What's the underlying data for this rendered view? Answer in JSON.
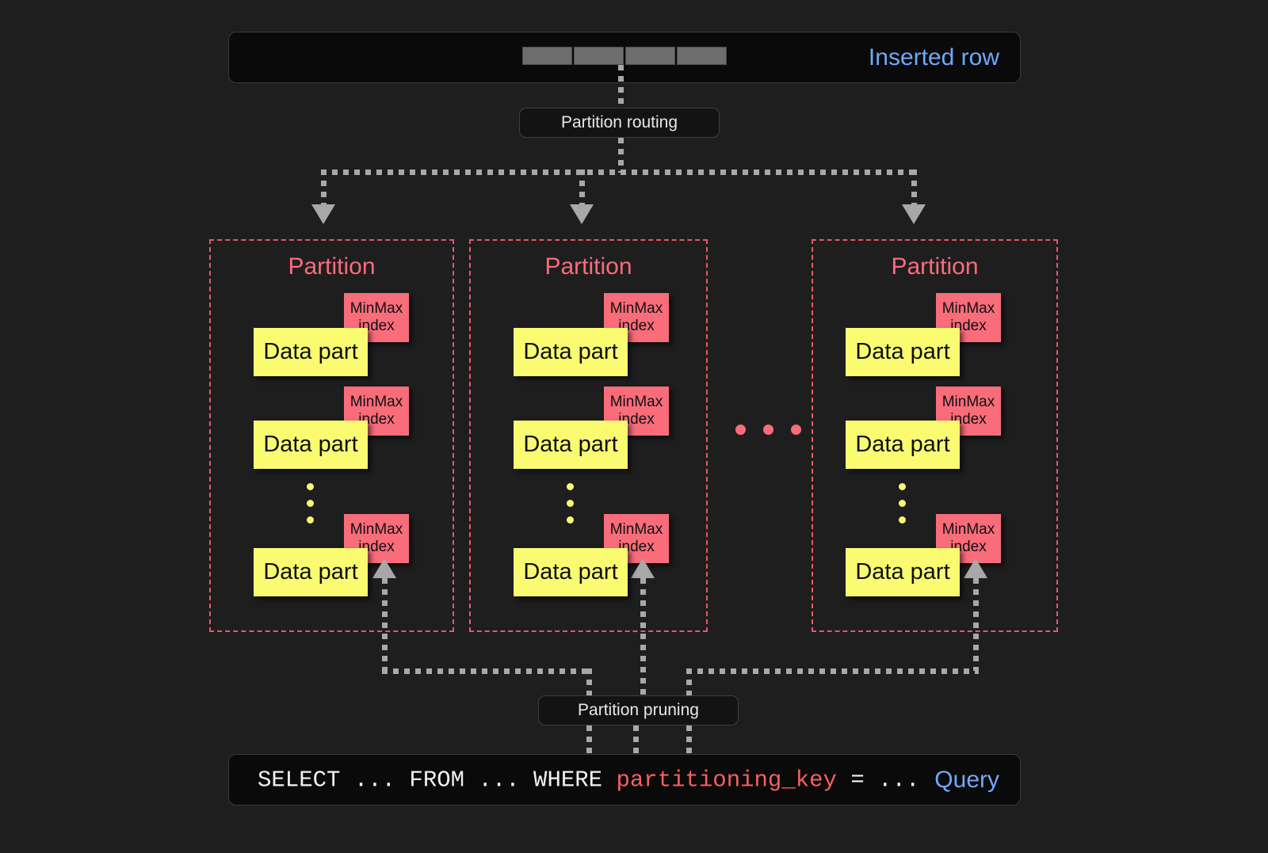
{
  "diagram": {
    "title": "Partition routing and pruning",
    "background_color": "#1e1e1e",
    "accent_red": "#f96c7a",
    "accent_yellow": "#fbfb72",
    "accent_blue": "#6fa8ff",
    "connector_color": "#a8a8a8"
  },
  "inserted_row": {
    "label": "Inserted row",
    "cell_count": 4,
    "cells": [
      "",
      "",
      "",
      ""
    ]
  },
  "routing": {
    "label": "Partition routing"
  },
  "pruning": {
    "label": "Partition pruning"
  },
  "partitions": [
    {
      "title": "Partition",
      "parts": [
        {
          "label": "Data part",
          "index_label_line1": "MinMax",
          "index_label_line2": "index"
        },
        {
          "label": "Data part",
          "index_label_line1": "MinMax",
          "index_label_line2": "index"
        },
        {
          "label": "Data part",
          "index_label_line1": "MinMax",
          "index_label_line2": "index"
        }
      ],
      "vertical_ellipsis": "⋮"
    },
    {
      "title": "Partition",
      "parts": [
        {
          "label": "Data part",
          "index_label_line1": "MinMax",
          "index_label_line2": "index"
        },
        {
          "label": "Data part",
          "index_label_line1": "MinMax",
          "index_label_line2": "index"
        },
        {
          "label": "Data part",
          "index_label_line1": "MinMax",
          "index_label_line2": "index"
        }
      ],
      "vertical_ellipsis": "⋮"
    },
    {
      "title": "Partition",
      "parts": [
        {
          "label": "Data part",
          "index_label_line1": "MinMax",
          "index_label_line2": "index"
        },
        {
          "label": "Data part",
          "index_label_line1": "MinMax",
          "index_label_line2": "index"
        },
        {
          "label": "Data part",
          "index_label_line1": "MinMax",
          "index_label_line2": "index"
        }
      ],
      "vertical_ellipsis": "⋮"
    }
  ],
  "between_partitions_ellipsis": "…",
  "query": {
    "label": "Query",
    "prefix": "SELECT ... FROM ... WHERE ",
    "key": "partitioning_key",
    "suffix": " = ..."
  }
}
